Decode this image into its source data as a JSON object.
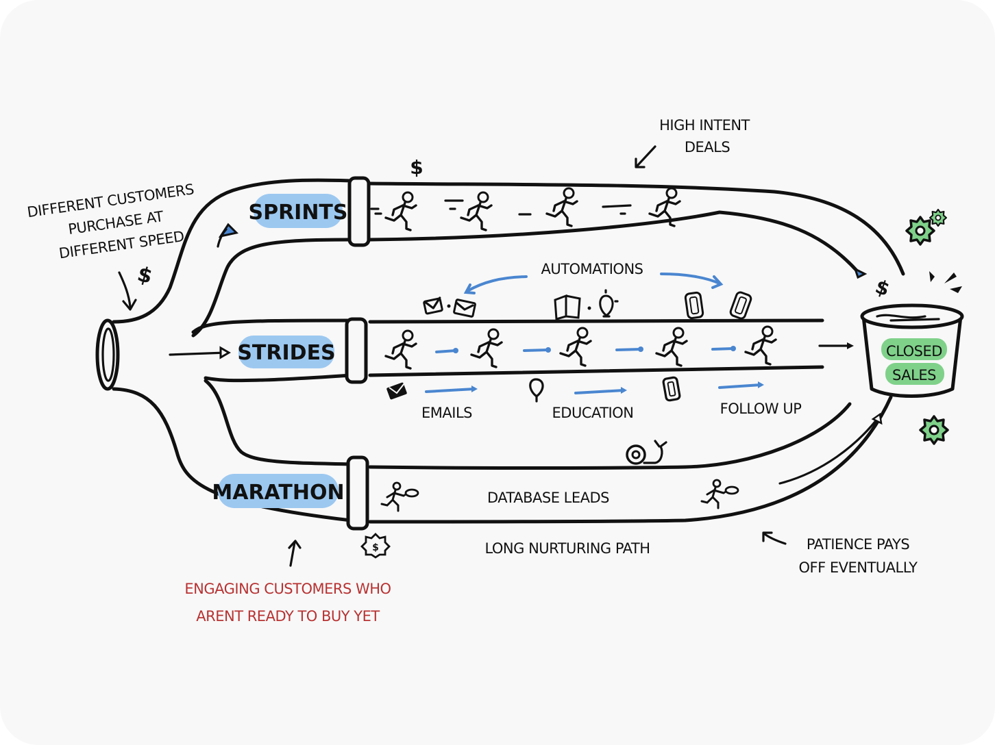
{
  "colors": {
    "background": "#f8f8f8",
    "ink": "#111111",
    "highlight_blue": "#9cc8f0",
    "arrow_blue": "#4a86d0",
    "highlight_green": "#7fd18a",
    "annotation_red": "#b83232"
  },
  "paths": {
    "sprints": {
      "label": "SPRINTS",
      "runner_count": 4
    },
    "strides": {
      "label": "STRIDES",
      "runner_count": 5
    },
    "marathon": {
      "label": "MARATHON",
      "inner_label": "DATABASE LEADS",
      "caption": "LONG NURTURING PATH"
    }
  },
  "annotations": {
    "left_note": [
      "DIFFERENT CUSTOMERS",
      "PURCHASE AT",
      "DIFFERENT SPEED"
    ],
    "top_note": [
      "HIGH INTENT",
      "DEALS"
    ],
    "bottom_right_note": [
      "PATIENCE PAYS",
      "OFF EVENTUALLY"
    ],
    "bottom_left_note": [
      "ENGAGING CUSTOMERS WHO",
      "ARENT READY TO BUY YET"
    ]
  },
  "automations": {
    "label": "AUTOMATIONS",
    "steps": [
      {
        "label": "EMAILS",
        "icon": "envelope-icon"
      },
      {
        "label": "EDUCATION",
        "icon": "lightbulb-icon"
      },
      {
        "label": "FOLLOW UP",
        "icon": "phone-icon"
      }
    ]
  },
  "destination": {
    "line1": "CLOSED",
    "line2": "SALES"
  },
  "icons": {
    "dollar": "$"
  }
}
